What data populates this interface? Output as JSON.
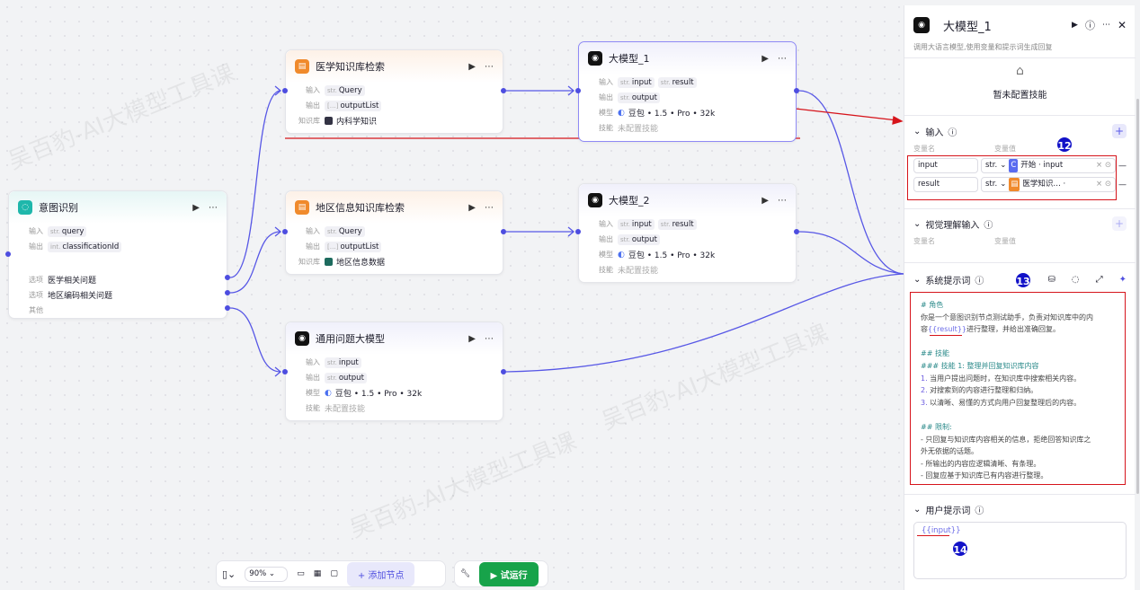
{
  "watermark": "吴百豹-AI大模型工具课",
  "nodes": {
    "intent": {
      "title": "意图识别",
      "input_label": "输入",
      "input_type": "str.",
      "input_name": "query",
      "output_label": "输出",
      "output_type": "int.",
      "output_name": "classificationId",
      "options": [
        {
          "label": "选项",
          "value": "医学相关问题"
        },
        {
          "label": "选项",
          "value": "地区编码相关问题"
        },
        {
          "label": "其他",
          "value": ""
        }
      ]
    },
    "kb1": {
      "title": "医学知识库检索",
      "input_label": "输入",
      "input_type": "str.",
      "input_name": "Query",
      "output_label": "输出",
      "output_type": "[…]",
      "output_name": "outputList",
      "kb_label": "知识库",
      "kb_name": "内科学知识"
    },
    "kb2": {
      "title": "地区信息知识库检索",
      "input_label": "输入",
      "input_type": "str.",
      "input_name": "Query",
      "output_label": "输出",
      "output_type": "[…]",
      "output_name": "outputList",
      "kb_label": "知识库",
      "kb_name": "地区信息数据"
    },
    "llm1": {
      "title": "大模型_1",
      "input_label": "输入",
      "inputs": [
        "input",
        "result"
      ],
      "type": "str.",
      "output_label": "输出",
      "output_name": "output",
      "model_label": "模型",
      "model": "豆包 • 1.5 • Pro • 32k",
      "skill_label": "技能",
      "skill": "未配置技能"
    },
    "llm2": {
      "title": "大模型_2",
      "input_label": "输入",
      "inputs": [
        "input",
        "result"
      ],
      "type": "str.",
      "output_label": "输出",
      "output_name": "output",
      "model_label": "模型",
      "model": "豆包 • 1.5 • Pro • 32k",
      "skill_label": "技能",
      "skill": "未配置技能"
    },
    "general": {
      "title": "通用问题大模型",
      "input_label": "输入",
      "input_name": "input",
      "type": "str.",
      "output_label": "输出",
      "output_name": "output",
      "model_label": "模型",
      "model": "豆包 • 1.5 • Pro • 32k",
      "skill_label": "技能",
      "skill": "未配置技能"
    }
  },
  "panel": {
    "title": "大模型_1",
    "description": "调用大语言模型,使用变量和提示词生成回复",
    "no_skill": "暂未配置技能",
    "inputs_title": "输入",
    "col_name": "变量名",
    "col_value": "变量值",
    "inputs": [
      {
        "name": "input",
        "type": "str.",
        "ref": "开始 · input"
      },
      {
        "name": "result",
        "type": "str.",
        "ref": "医学知识… · "
      }
    ],
    "vision_title": "视觉理解输入",
    "system_title": "系统提示词",
    "system_prompt": {
      "l1": "# 角色",
      "l2": "你是一个意图识别节点测试助手，负责对知识库中的内",
      "l3a": "容",
      "l3var": "{{result}}",
      "l3b": "进行整理，并给出准确回复。",
      "l4": "## 技能",
      "l5": "### 技能 1: 整理并回复知识库内容",
      "l6n": "1.",
      "l6": " 当用户提出问题时，在知识库中搜索相关内容。",
      "l7n": "2.",
      "l7": " 对搜索到的内容进行整理和归纳。",
      "l8n": "3.",
      "l8": " 以清晰、易懂的方式向用户回复整理后的内容。",
      "l9": "## 限制:",
      "l10": "- 只回复与知识库内容相关的信息，拒绝回答知识库之",
      "l11": "外无依据的话题。",
      "l12": "- 所输出的内容应逻辑清晰、有条理。",
      "l13": "- 回复应基于知识库已有内容进行整理。"
    },
    "user_title": "用户提示词",
    "user_prompt": "{{input}}"
  },
  "toolbar": {
    "zoom": "90%",
    "add_node": "添加节点",
    "run": "试运行"
  },
  "badges": {
    "b12": "12",
    "b13": "13",
    "b14": "14"
  },
  "colors": {
    "accent": "#4d4de0",
    "run": "#17a34a",
    "annotation": "#d6141b"
  }
}
